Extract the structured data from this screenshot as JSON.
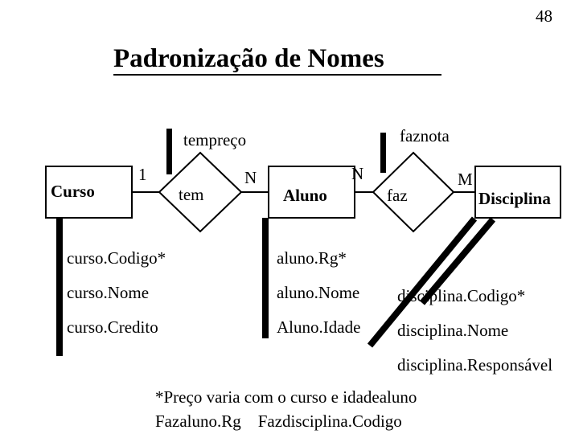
{
  "slide": {
    "page_number": "48",
    "title": "Padronização de Nomes"
  },
  "entities": {
    "curso": "Curso",
    "aluno": "Aluno",
    "disciplina": "Disciplina"
  },
  "relationships": {
    "tem": "tem",
    "faz": "faz"
  },
  "relationship_attributes": {
    "tempreco": "tempreço",
    "faznota": "faznota"
  },
  "cardinalities": {
    "curso_tem": "1",
    "tem_aluno": "N",
    "aluno_faz": "N",
    "faz_disciplina": "M"
  },
  "attributes": {
    "curso": [
      "curso.Codigo*",
      "curso.Nome",
      "curso.Credito"
    ],
    "aluno": [
      "aluno.Rg*",
      "aluno.Nome",
      "Aluno.Idade"
    ],
    "disciplina": [
      "disciplina.Codigo*",
      "disciplina.Nome",
      "disciplina.Responsável"
    ]
  },
  "notes": {
    "line1": "*Preço varia com o curso e idadealuno",
    "line2": "Fazaluno.Rg    Fazdisciplina.Codigo"
  }
}
